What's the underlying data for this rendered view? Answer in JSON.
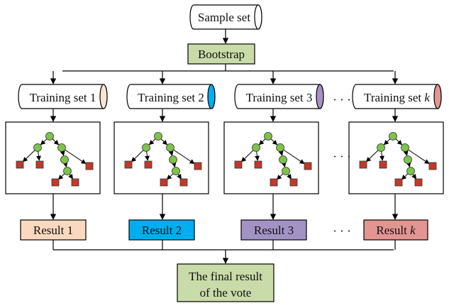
{
  "top": {
    "label": "Sample set"
  },
  "bootstrap": {
    "label": "Bootstrap",
    "color": "#c9dba8"
  },
  "training_sets": [
    {
      "label": "Training set 1",
      "cap_color": "#fde4cf"
    },
    {
      "label": "Training set 2",
      "cap_color": "#00aeef"
    },
    {
      "label": "Training set 3",
      "cap_color": "#a393c5"
    },
    {
      "label_prefix": "Training set ",
      "label_var": "k",
      "cap_color": "#e39592"
    }
  ],
  "results": [
    {
      "label": "Result 1",
      "color": "#fbd9c0"
    },
    {
      "label": "Result 2",
      "color": "#00aeef"
    },
    {
      "label": "Result 3",
      "color": "#a393c5"
    },
    {
      "label_prefix": "Result ",
      "label_var": "k",
      "color": "#e39592"
    }
  ],
  "final": {
    "line1": "The final result",
    "line2": "of the vote",
    "color": "#c9dba8"
  },
  "ellipsis": "· · ·",
  "tree_colors": {
    "node": "#7ec34a",
    "leaf": "#c0392b"
  }
}
